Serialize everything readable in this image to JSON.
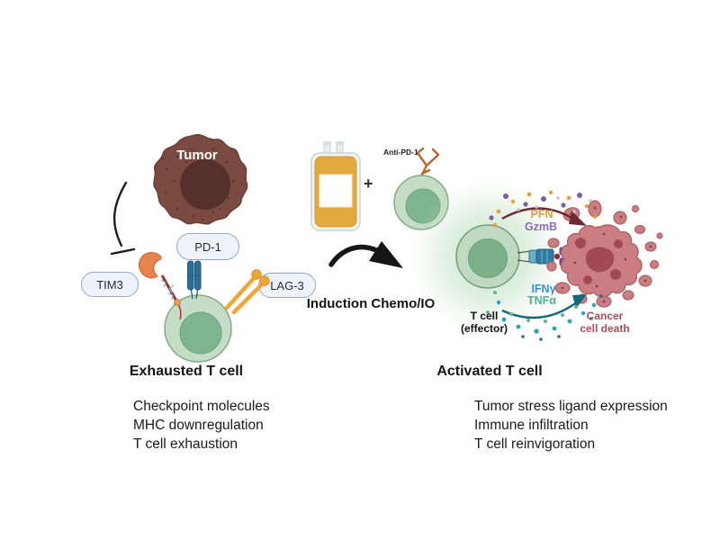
{
  "left": {
    "tumor_label": "Tumor",
    "pills": {
      "pd1": "PD-1",
      "tim3": "TIM3",
      "lag3": "LAG-3"
    },
    "cell_title": "Exhausted T cell",
    "features": [
      "Checkpoint molecules",
      "MHC downregulation",
      "T cell exhaustion"
    ]
  },
  "middle": {
    "plus_sign": "+",
    "antibody_label": "Anti-PD-1",
    "process_label": "Induction Chemo/IO"
  },
  "right": {
    "top_cytokines": {
      "pfn": "PFN",
      "gzmb": "GzmB"
    },
    "bottom_cytokines": {
      "ifng": "IFNγ",
      "tnfa": "TNFα"
    },
    "effector_label": "T cell\n(effector)",
    "cancer_death_label": "Cancer\ncell death",
    "cell_title": "Activated T cell",
    "features": [
      "Tumor stress ligand expression",
      "Immune infiltration",
      "T cell reinvigoration"
    ]
  },
  "palette": {
    "tumor_brown": "#7b4a41",
    "tumor_nucleus": "#56312b",
    "tcell_body": "#c5ddc6",
    "tcell_nucleus": "#7fb491",
    "cancer_pink": "#ca7e82",
    "cancer_dark": "#a24a51",
    "pill_bg": "#eef3fb",
    "pill_border": "#93a9cc",
    "pd1_blue": "#2c6f94",
    "tim3_orange": "#e8834d",
    "lag3_yellow": "#f0a636",
    "antibody_brown": "#b5672e",
    "iv_fluid": "#e2a93e",
    "maroon_arrow": "#6e2a33",
    "teal_arrow": "#16697a",
    "pfn_orange": "#dd9d3e",
    "gzmb_purple": "#8a6fb5",
    "ifng_blue": "#3f8fcf",
    "tnfa_teal": "#53ae8c",
    "cancer_text": "#a8505a"
  }
}
